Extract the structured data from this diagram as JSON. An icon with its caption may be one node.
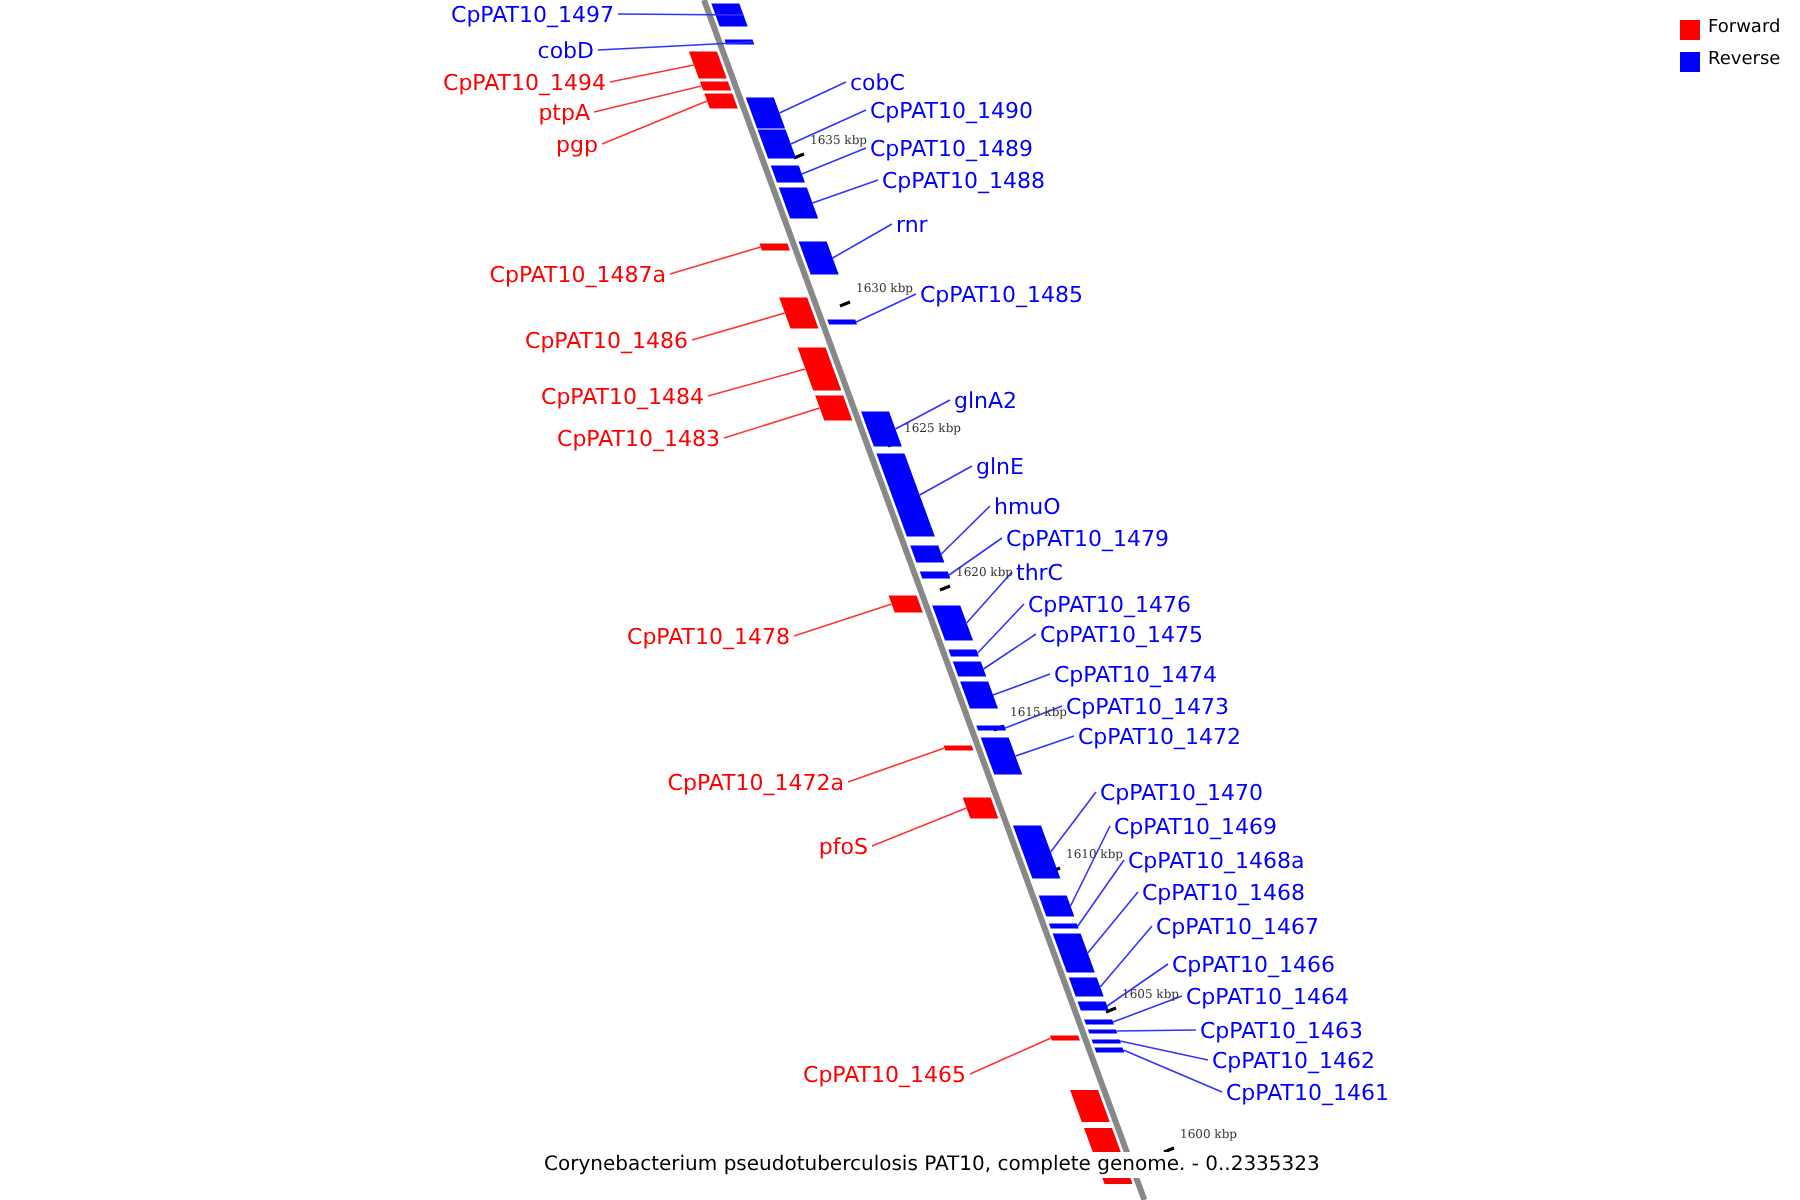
{
  "diagram": {
    "caption": "Corynebacterium pseudotuberculosis PAT10, complete genome. - 0..2335323",
    "nodes": [
      {
        "text": [
          "CpPAT10_1497"
        ]
      },
      {
        "text": [],
        "shape": "bar"
      },
      {
        "text": [
          "cobD"
        ]
      },
      {
        "text": [],
        "shape": "bar"
      },
      {
        "text": [
          "CpPAT10_1494"
        ]
      },
      {
        "text": [],
        "shape": "bar"
      },
      {
        "text": [
          "cobC"
        ]
      },
      {
        "text": [],
        "shape": "bar"
      },
      {
        "text": [
          "CpPAT10_1490"
        ]
      },
      {
        "text": [],
        "shape": "bar"
      },
      {
        "text": [
          "ptpA"
        ]
      },
      {
        "text": [],
        "shape": "bar"
      },
      {
        "text": [
          "pgp"
        ]
      },
      {
        "text": [],
        "shape": "bar"
      },
      {
        "text": [
          "CpPAT10_1489"
        ]
      },
      {
        "text": [],
        "shape": "bar"
      },
      {
        "text": [
          "CpPAT10_1488"
        ]
      },
      {
        "text": [],
        "shape": "bar"
      },
      {
        "text": [
          "rnr"
        ]
      },
      {
        "text": [],
        "shape": "bar"
      },
      {
        "text": [
          "CpPAT10_1487a"
        ]
      },
      {
        "text": [],
        "shape": "bar"
      },
      {
        "text": [
          "CpPAT10_1485"
        ]
      },
      {
        "text": [],
        "shape": "bar"
      },
      {
        "text": [
          "CpPAT10_1486"
        ]
      },
      {
        "text": [],
        "shape": "bar"
      },
      {
        "text": [
          "CpPAT10_1484"
        ]
      },
      {
        "text": [],
        "shape": "bar"
      },
      {
        "text": [
          "glnA2"
        ]
      },
      {
        "text": [],
        "shape": "bar"
      },
      {
        "text": [
          "CpPAT10_1483"
        ]
      },
      {
        "text": [],
        "shape": "bar"
      },
      {
        "text": [
          "glnE"
        ]
      },
      {
        "text": [],
        "shape": "bar"
      },
      {
        "text": [
          "hmuO"
        ]
      },
      {
        "text": [],
        "shape": "bar"
      },
      {
        "text": [
          "CpPAT10_1479"
        ]
      },
      {
        "text": [],
        "shape": "bar"
      },
      {
        "text": [
          "thrC"
        ]
      },
      {
        "text": [],
        "shape": "bar"
      },
      {
        "text": [
          "CpPAT10_1476"
        ]
      },
      {
        "text": [],
        "shape": "bar"
      },
      {
        "text": [
          "CpPAT10_1475"
        ]
      },
      {
        "text": [],
        "shape": "bar"
      },
      {
        "text": [
          "CpPAT10_1478"
        ]
      },
      {
        "text": [],
        "shape": "bar"
      },
      {
        "text": [
          "CpPAT10_1474"
        ]
      },
      {
        "text": [],
        "shape": "bar"
      },
      {
        "text": [
          "CpPAT10_1473"
        ]
      },
      {
        "text": [],
        "shape": "bar"
      },
      {
        "text": [
          "CpPAT10_1472"
        ]
      },
      {
        "text": [],
        "shape": "bar"
      },
      {
        "text": [
          "CpPAT10_1472a"
        ]
      },
      {
        "text": [],
        "shape": "bar"
      },
      {
        "text": [
          "CpPAT10_1470"
        ]
      },
      {
        "text": [],
        "shape": "bar"
      },
      {
        "text": [
          "CpPAT10_1469"
        ]
      },
      {
        "text": [],
        "shape": "bar"
      },
      {
        "text": [
          "pfoS"
        ]
      },
      {
        "text": [],
        "shape": "bar"
      },
      {
        "text": [
          "CpPAT10_1468a"
        ]
      },
      {
        "text": [],
        "shape": "bar"
      },
      {
        "text": [
          "CpPAT10_1468"
        ]
      },
      {
        "text": [],
        "shape": "bar"
      },
      {
        "text": [
          "CpPAT10_1467"
        ]
      },
      {
        "text": [],
        "shape": "bar"
      },
      {
        "text": [
          "CpPAT10_1466"
        ]
      },
      {
        "text": [],
        "shape": "bar"
      },
      {
        "text": [
          "CpPAT10_1464"
        ]
      },
      {
        "text": [],
        "shape": "bar"
      },
      {
        "text": [
          "CpPAT10_1463"
        ]
      },
      {
        "text": [],
        "shape": "bar"
      },
      {
        "text": [
          "CpPAT10_1462"
        ]
      },
      {
        "text": [],
        "shape": "bar"
      },
      {
        "text": [
          "CpPAT10_1465"
        ]
      },
      {
        "text": [],
        "shape": "bar"
      },
      {
        "text": [
          "CpPAT10_1461"
        ]
      },
      {
        "text": [],
        "shape": "bar"
      },
      {
        "text": [],
        "shape": "bar"
      },
      {
        "text": [],
        "shape": "bar"
      }
    ],
    "edges": [
      {
        "from": 0,
        "to": 1,
        "arrow": "none"
      },
      {
        "from": 2,
        "to": 3,
        "arrow": "none"
      },
      {
        "from": 4,
        "to": 5,
        "arrow": "none",
        "color": "#ff3333"
      },
      {
        "from": 6,
        "to": 7,
        "arrow": "none"
      },
      {
        "from": 8,
        "to": 9,
        "arrow": "none"
      },
      {
        "from": 10,
        "to": 11,
        "arrow": "none",
        "color": "#ff3333"
      },
      {
        "from": 12,
        "to": 13,
        "arrow": "none",
        "color": "#ff3333"
      },
      {
        "from": 14,
        "to": 15,
        "arrow": "none"
      },
      {
        "from": 16,
        "to": 17,
        "arrow": "none"
      },
      {
        "from": 18,
        "to": 19,
        "arrow": "none"
      },
      {
        "from": 20,
        "to": 21,
        "arrow": "none",
        "color": "#ff3333"
      },
      {
        "from": 22,
        "to": 23,
        "arrow": "none"
      },
      {
        "from": 24,
        "to": 25,
        "arrow": "none",
        "color": "#ff3333"
      },
      {
        "from": 26,
        "to": 27,
        "arrow": "none",
        "color": "#ff3333"
      },
      {
        "from": 28,
        "to": 29,
        "arrow": "none"
      },
      {
        "from": 30,
        "to": 31,
        "arrow": "none",
        "color": "#ff3333"
      },
      {
        "from": 32,
        "to": 33,
        "arrow": "none"
      },
      {
        "from": 34,
        "to": 35,
        "arrow": "none"
      },
      {
        "from": 36,
        "to": 37,
        "arrow": "none"
      },
      {
        "from": 38,
        "to": 39,
        "arrow": "none"
      },
      {
        "from": 40,
        "to": 41,
        "arrow": "none"
      },
      {
        "from": 42,
        "to": 43,
        "arrow": "none"
      },
      {
        "from": 44,
        "to": 45,
        "arrow": "none",
        "color": "#ff3333"
      },
      {
        "from": 46,
        "to": 47,
        "arrow": "none"
      },
      {
        "from": 48,
        "to": 49,
        "arrow": "none"
      },
      {
        "from": 50,
        "to": 51,
        "arrow": "none"
      },
      {
        "from": 52,
        "to": 53,
        "arrow": "none",
        "color": "#ff3333"
      },
      {
        "from": 54,
        "to": 55,
        "arrow": "none"
      },
      {
        "from": 56,
        "to": 57,
        "arrow": "none"
      },
      {
        "from": 58,
        "to": 59,
        "arrow": "none",
        "color": "#ff3333"
      },
      {
        "from": 60,
        "to": 61,
        "arrow": "none"
      },
      {
        "from": 62,
        "to": 63,
        "arrow": "none"
      },
      {
        "from": 64,
        "to": 65,
        "arrow": "none"
      },
      {
        "from": 66,
        "to": 67,
        "arrow": "none"
      },
      {
        "from": 68,
        "to": 69,
        "arrow": "none"
      },
      {
        "from": 70,
        "to": 71,
        "arrow": "none"
      },
      {
        "from": 72,
        "to": 73,
        "arrow": "none"
      },
      {
        "from": 74,
        "to": 75,
        "arrow": "none",
        "color": "#ff3333"
      },
      {
        "from": 76,
        "to": 77,
        "arrow": "none"
      }
    ],
    "labels": [
      "1635 kbp",
      "1630 kbp",
      "1625 kbp",
      "1620 kbp",
      "1615 kbp",
      "1610 kbp",
      "1605 kbp",
      "1600 kbp"
    ],
    "legend": [
      {
        "text": "Forward",
        "color": "#ff0000"
      },
      {
        "text": "Reverse",
        "color": "#0000ff"
      }
    ]
  }
}
